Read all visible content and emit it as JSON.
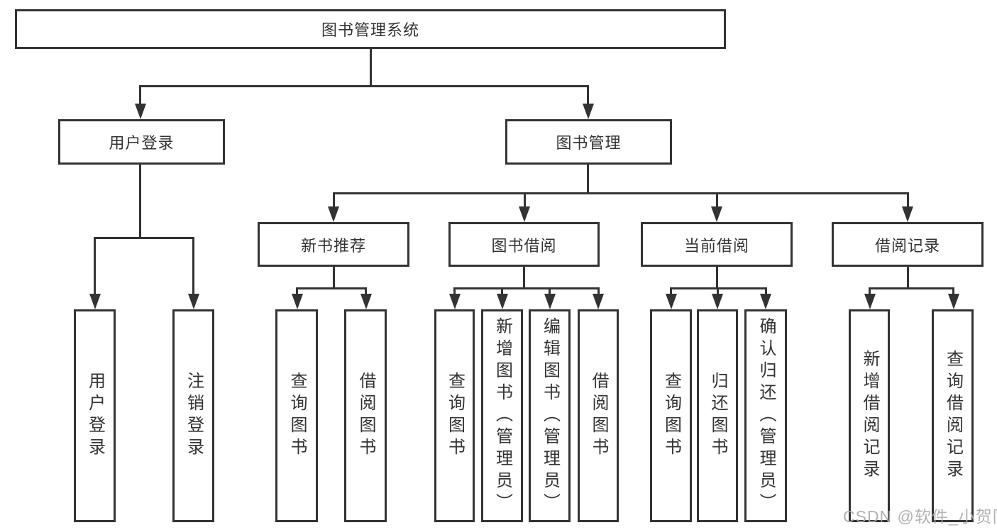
{
  "root": {
    "label": "图书管理系统"
  },
  "branches": [
    {
      "label": "用户登录",
      "leaves": [
        {
          "label": "用户登录"
        },
        {
          "label": "注销登录"
        }
      ]
    },
    {
      "label": "图书管理",
      "groups": [
        {
          "label": "新书推荐",
          "leaves": [
            {
              "label": "查询图书"
            },
            {
              "label": "借阅图书"
            }
          ]
        },
        {
          "label": "图书借阅",
          "leaves": [
            {
              "label": "查询图书"
            },
            {
              "label": "新增图书（管理员）"
            },
            {
              "label": "编辑图书（管理员）"
            },
            {
              "label": "借阅图书"
            }
          ]
        },
        {
          "label": "当前借阅",
          "leaves": [
            {
              "label": "查询图书"
            },
            {
              "label": "归还图书"
            },
            {
              "label": "确认归还（管理员）"
            }
          ]
        },
        {
          "label": "借阅记录",
          "leaves": [
            {
              "label": "新增借阅记录"
            },
            {
              "label": "查询借阅记录"
            }
          ]
        }
      ]
    }
  ],
  "watermark": {
    "text": "CSDN @软件_小贺同学"
  },
  "colors": {
    "line": "#333333",
    "text": "#333333",
    "watermark": "#aaaaaa",
    "background": "#ffffff"
  }
}
